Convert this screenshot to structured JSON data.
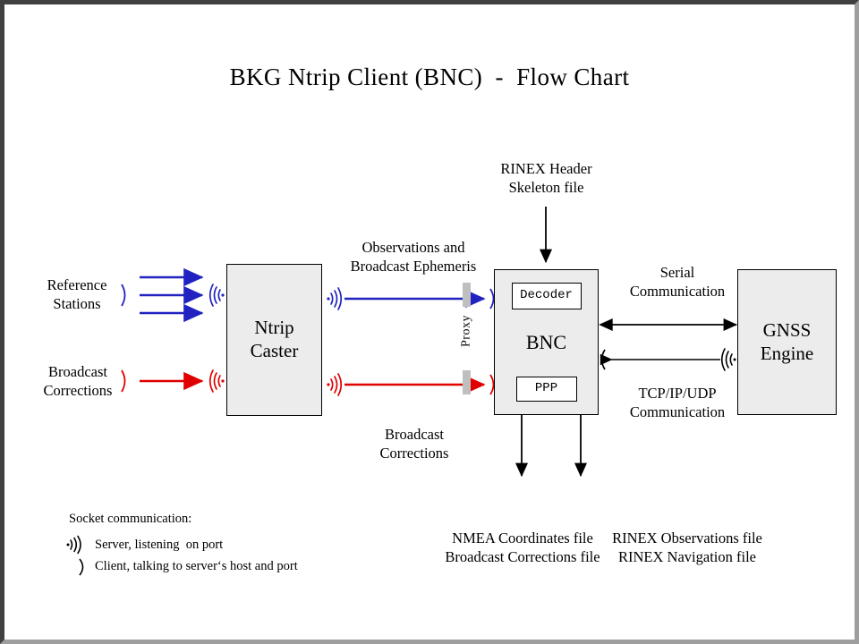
{
  "page": {
    "title": "BKG Ntrip Client (BNC)  -  Flow Chart",
    "background": "#ffffff",
    "frame_color_dark": "#404040",
    "frame_color_light": "#9e9e9e"
  },
  "colors": {
    "blue": "#2222c0",
    "red": "#e00000",
    "box_fill": "#ececec",
    "proxy_bar": "#bfbfbf",
    "stroke": "#000000"
  },
  "nodes": {
    "ntrip_caster": {
      "label_line1": "Ntrip",
      "label_line2": "Caster"
    },
    "bnc": {
      "label": "BNC",
      "decoder": "Decoder",
      "ppp": "PPP"
    },
    "gnss_engine": {
      "label_line1": "GNSS",
      "label_line2": "Engine"
    }
  },
  "labels": {
    "reference_stations": "Reference\nStations",
    "broadcast_corrections_src": "Broadcast\nCorrections",
    "observations_ephemeris": "Observations and\nBroadcast Ephemeris",
    "broadcast_corrections_flow": "Broadcast\nCorrections",
    "rinex_header_skeleton": "RINEX Header\nSkeleton file",
    "proxy": "Proxy",
    "serial_communication": "Serial\nCommunication",
    "tcpip_udp_communication": "TCP/IP/UDP\nCommunication",
    "nmea_outputs": "NMEA Coordinates file\nBroadcast Corrections file",
    "rinex_outputs": "RINEX Observations file\nRINEX Navigation file"
  },
  "legend": {
    "title": "Socket communication:",
    "server_symbol": "server-antenna-icon",
    "server_text": "Server, listening  on port",
    "client_symbol": "client-paren-icon",
    "client_text": "Client, talking to server‘s host and port"
  },
  "chart_data": {
    "type": "diagram",
    "title": "BKG Ntrip Client (BNC)  -  Flow Chart",
    "nodes": [
      {
        "id": "reference_stations",
        "label": "Reference Stations",
        "kind": "text-source"
      },
      {
        "id": "broadcast_corrections",
        "label": "Broadcast Corrections",
        "kind": "text-source"
      },
      {
        "id": "ntrip_caster",
        "label": "Ntrip Caster",
        "kind": "box"
      },
      {
        "id": "bnc",
        "label": "BNC",
        "kind": "box",
        "children": [
          "Decoder",
          "PPP"
        ]
      },
      {
        "id": "gnss_engine",
        "label": "GNSS Engine",
        "kind": "box"
      },
      {
        "id": "rinex_header",
        "label": "RINEX Header Skeleton file",
        "kind": "file"
      },
      {
        "id": "nmea_files",
        "label": "NMEA Coordinates file / Broadcast Corrections file",
        "kind": "file"
      },
      {
        "id": "rinex_files",
        "label": "RINEX Observations file / RINEX Navigation file",
        "kind": "file"
      }
    ],
    "edges": [
      {
        "from": "reference_stations",
        "to": "ntrip_caster",
        "color": "#2222c0",
        "count": 3,
        "label": ""
      },
      {
        "from": "broadcast_corrections",
        "to": "ntrip_caster",
        "color": "#e00000",
        "count": 1,
        "label": ""
      },
      {
        "from": "ntrip_caster",
        "to": "bnc",
        "color": "#2222c0",
        "label": "Observations and Broadcast Ephemeris",
        "via": "Proxy"
      },
      {
        "from": "ntrip_caster",
        "to": "bnc",
        "color": "#e00000",
        "label": "Broadcast Corrections",
        "via": "Proxy"
      },
      {
        "from": "rinex_header",
        "to": "bnc",
        "color": "#000000",
        "label": ""
      },
      {
        "from": "bnc",
        "to": "gnss_engine",
        "color": "#000000",
        "label": "Serial Communication",
        "direction": "both"
      },
      {
        "from": "gnss_engine",
        "to": "bnc",
        "color": "#000000",
        "label": "TCP/IP/UDP Communication",
        "direction": "left"
      },
      {
        "from": "bnc",
        "to": "nmea_files",
        "color": "#000000",
        "label": ""
      },
      {
        "from": "bnc",
        "to": "rinex_files",
        "color": "#000000",
        "label": ""
      }
    ]
  }
}
